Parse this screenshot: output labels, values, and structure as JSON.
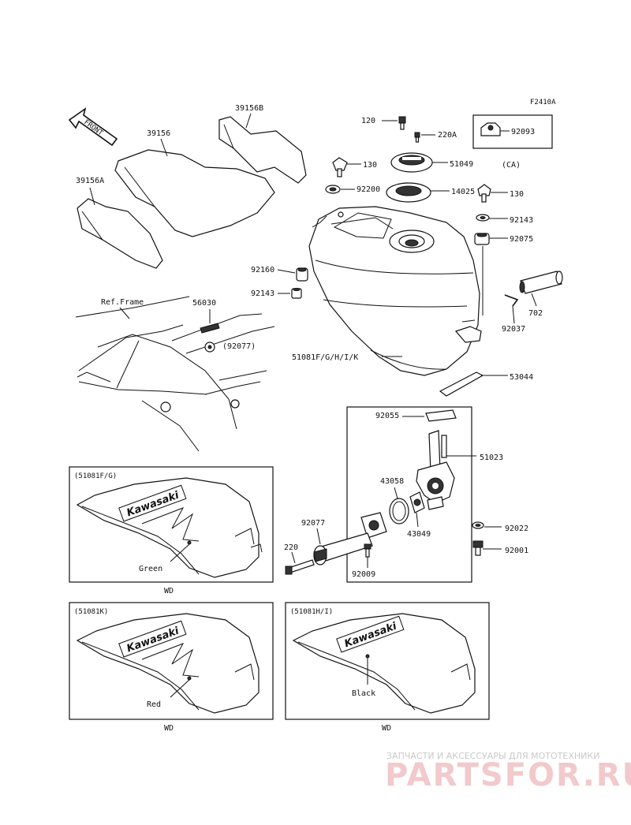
{
  "figure_code": "F2410A",
  "front_label": "FRONT",
  "parts": {
    "p120": "120",
    "p220A": "220A",
    "p92093": "92093",
    "ca": "(CA)",
    "p130a": "130",
    "p51049": "51049",
    "p92200": "92200",
    "p14025": "14025",
    "p130b": "130",
    "p92143a": "92143",
    "p92075": "92075",
    "p39156B": "39156B",
    "p39156": "39156",
    "p39156A": "39156A",
    "p92160": "92160",
    "p92143b": "92143",
    "p702": "702",
    "p92037": "92037",
    "ref_frame": "Ref.Frame",
    "p56030": "56030",
    "p92077ref": "(92077)",
    "p51081": "51081F/G/H/I/K",
    "p53044": "53044",
    "p92055": "92055",
    "p51023": "51023",
    "p43058": "43058",
    "p43049": "43049",
    "p92077": "92077",
    "p220": "220",
    "p92022": "92022",
    "p92001": "92001",
    "p92009": "92009"
  },
  "variants": [
    {
      "code": "(51081F/G)",
      "color": "Green",
      "brand": "Kawasaki",
      "wd": "WD"
    },
    {
      "code": "(51081K)",
      "color": "Red",
      "brand": "Kawasaki",
      "wd": "WD"
    },
    {
      "code": "(51081H/I)",
      "color": "Black",
      "brand": "Kawasaki",
      "wd": "WD"
    }
  ],
  "watermark": {
    "tagline": "ЗАПЧАСТИ И АКСЕССУАРЫ ДЛЯ МОТОТЕХНИКИ",
    "brand": "PARTSFOR.RU"
  }
}
